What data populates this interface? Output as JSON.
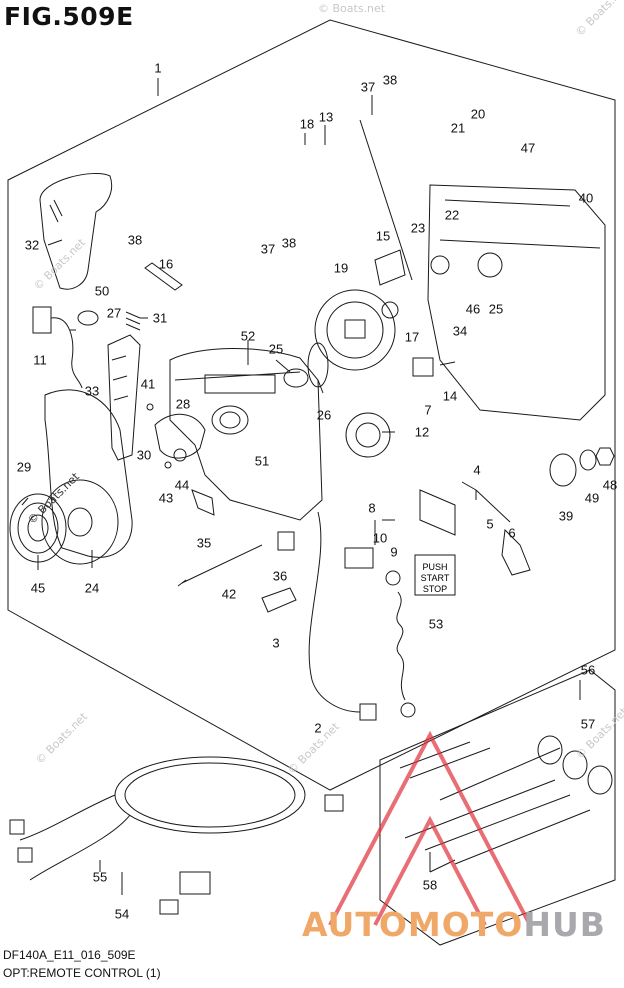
{
  "figure": {
    "title": "FIG.509E",
    "code": "DF140A_E11_016_509E",
    "caption": "OPT:REMOTE CONTROL (1)"
  },
  "callouts": {
    "c1": "1",
    "c2": "2",
    "c3": "3",
    "c4": "4",
    "c5": "5",
    "c6": "6",
    "c7": "7",
    "c8": "8",
    "c9": "9",
    "c10": "10",
    "c11": "11",
    "c12": "12",
    "c13": "13",
    "c14": "14",
    "c15": "15",
    "c16": "16",
    "c17": "17",
    "c18": "18",
    "c19": "19",
    "c20": "20",
    "c21": "21",
    "c22": "22",
    "c23": "23",
    "c24": "24",
    "c25a": "25",
    "c25b": "25",
    "c26": "26",
    "c27": "27",
    "c28": "28",
    "c29": "29",
    "c30": "30",
    "c31": "31",
    "c32": "32",
    "c33": "33",
    "c34": "34",
    "c35": "35",
    "c36": "36",
    "c37a": "37",
    "c37b": "37",
    "c38a": "38",
    "c38b": "38",
    "c38c": "38",
    "c39": "39",
    "c40": "40",
    "c41": "41",
    "c42": "42",
    "c43": "43",
    "c44": "44",
    "c45": "45",
    "c46": "46",
    "c47": "47",
    "c48": "48",
    "c49": "49",
    "c50": "50",
    "c51": "51",
    "c52": "52",
    "c53": "53",
    "c54": "54",
    "c55": "55",
    "c56": "56",
    "c57": "57",
    "c58": "58"
  },
  "push_button": {
    "line1": "PUSH",
    "line2": "START",
    "line3": "STOP"
  },
  "watermark": "© Boats.net",
  "brand": {
    "part1": "AUTOMOTO",
    "part2": "HUB"
  },
  "colors": {
    "line": "#1a1a1a",
    "brand_orange": "#f0a868",
    "brand_gray": "#a9a9ad",
    "triangle": "#e0303a",
    "watermark": "#c8c8c8"
  }
}
